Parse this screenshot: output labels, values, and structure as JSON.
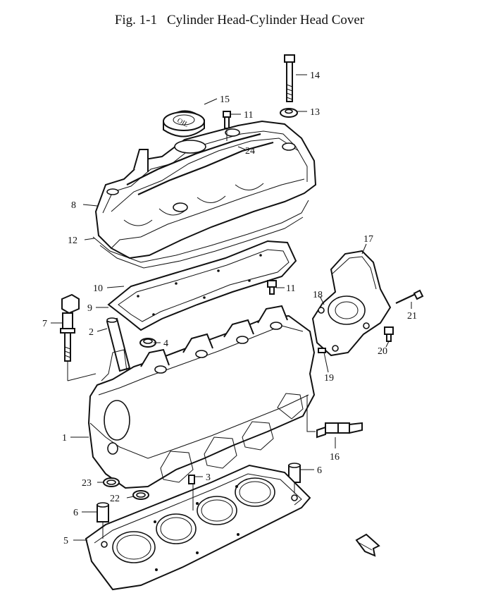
{
  "figure": {
    "number": "Fig. 1-1",
    "title": "Cylinder Head-Cylinder Head Cover"
  },
  "cap_text": "OIL",
  "callouts": {
    "c1": "1",
    "c2": "2",
    "c3": "3",
    "c4": "4",
    "c5": "5",
    "c6a": "6",
    "c6b": "6",
    "c7": "7",
    "c8": "8",
    "c9": "9",
    "c10": "10",
    "c11a": "11",
    "c11b": "11",
    "c12": "12",
    "c13": "13",
    "c14": "14",
    "c15": "15",
    "c16": "16",
    "c17": "17",
    "c18": "18",
    "c19": "19",
    "c20": "20",
    "c21": "21",
    "c22": "22",
    "c23": "23",
    "c24": "24"
  }
}
